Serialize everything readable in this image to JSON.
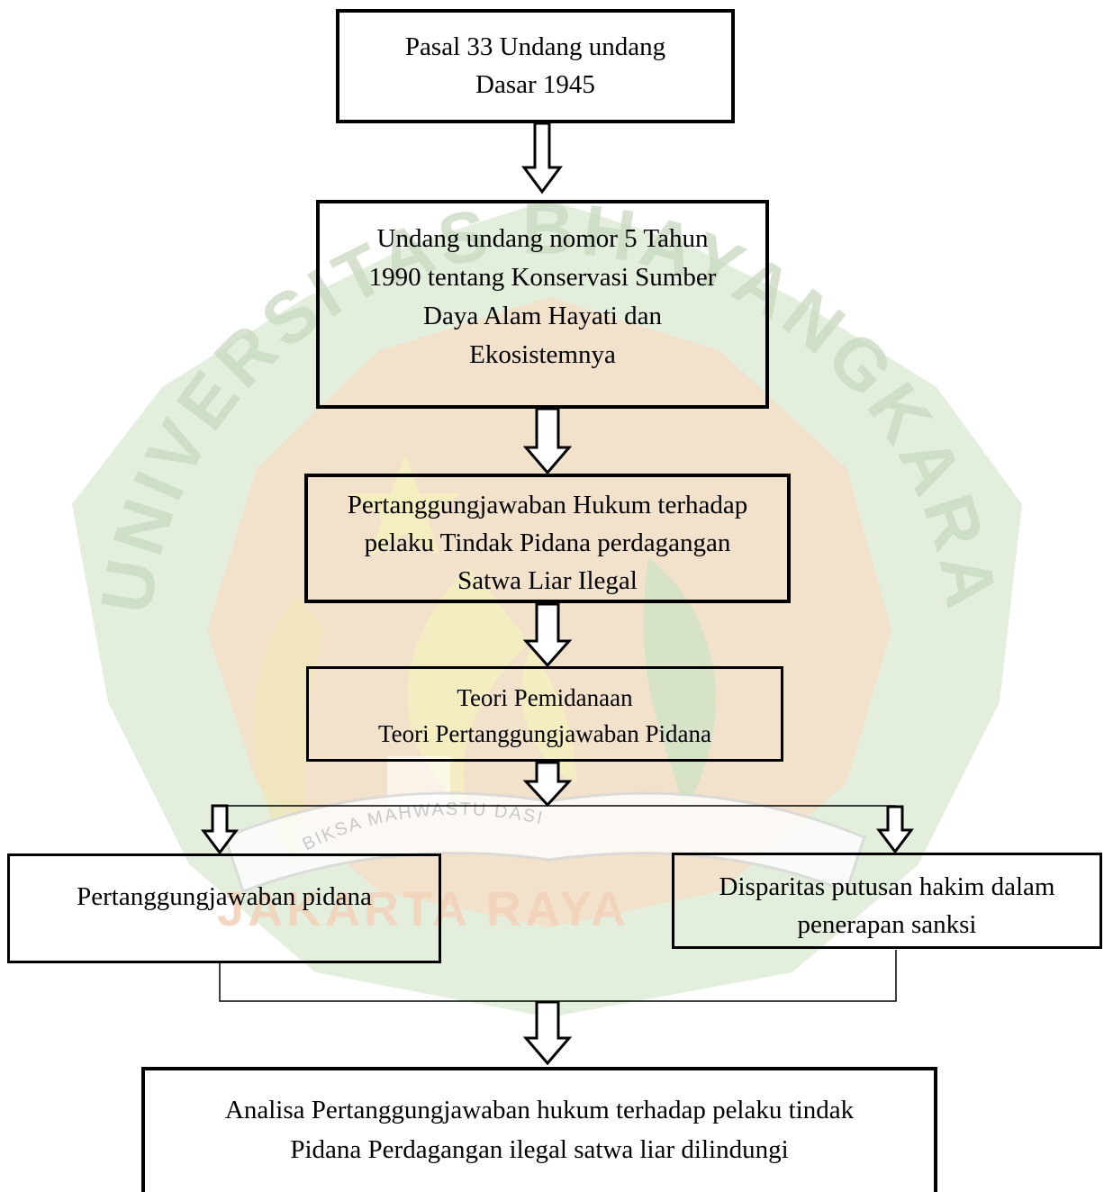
{
  "diagram": {
    "nodes": [
      {
        "id": "pasal33",
        "text": "Pasal 33 Undang undang\nDasar 1945"
      },
      {
        "id": "uu5",
        "text": "Undang undang nomor 5 Tahun\n1990 tentang Konservasi Sumber\nDaya Alam Hayati dan\nEkosistemnya"
      },
      {
        "id": "pertanggung",
        "text": "Pertanggungjawaban Hukum terhadap\npelaku Tindak Pidana perdagangan\nSatwa Liar Ilegal"
      },
      {
        "id": "teori",
        "text": "Teori Pemidanaan\nTeori Pertanggungjawaban Pidana"
      },
      {
        "id": "pidana",
        "text": "Pertanggungjawaban pidana"
      },
      {
        "id": "disparitas",
        "text": "Disparitas putusan hakim dalam\npenerapan sanksi"
      },
      {
        "id": "analisa",
        "text": "Analisa Pertanggungjawaban hukum terhadap pelaku tindak\nPidana Perdagangan ilegal satwa liar dilindungi"
      }
    ],
    "edges": [
      {
        "from": "pasal33",
        "to": "uu5",
        "style": "hollow-arrow"
      },
      {
        "from": "uu5",
        "to": "pertanggung",
        "style": "hollow-arrow"
      },
      {
        "from": "pertanggung",
        "to": "teori",
        "style": "hollow-arrow"
      },
      {
        "from": "teori",
        "to": "pidana",
        "style": "branch-hollow-arrow"
      },
      {
        "from": "teori",
        "to": "disparitas",
        "style": "branch-hollow-arrow"
      },
      {
        "from": "pidana",
        "to": "analisa",
        "style": "merge-hollow-arrow"
      },
      {
        "from": "disparitas",
        "to": "analisa",
        "style": "merge-hollow-arrow"
      }
    ]
  },
  "watermark": {
    "arc_top": "UNIVERSITAS BHAYANGKARA",
    "motto": "BIKSA MAHWASTU DASI",
    "bottom": "JAKARTA RAYA",
    "colors": {
      "green": "#cfe3c5",
      "orange": "#f7dcc6",
      "yellow": "#f5efc0",
      "text": "#c9d9c0"
    }
  }
}
